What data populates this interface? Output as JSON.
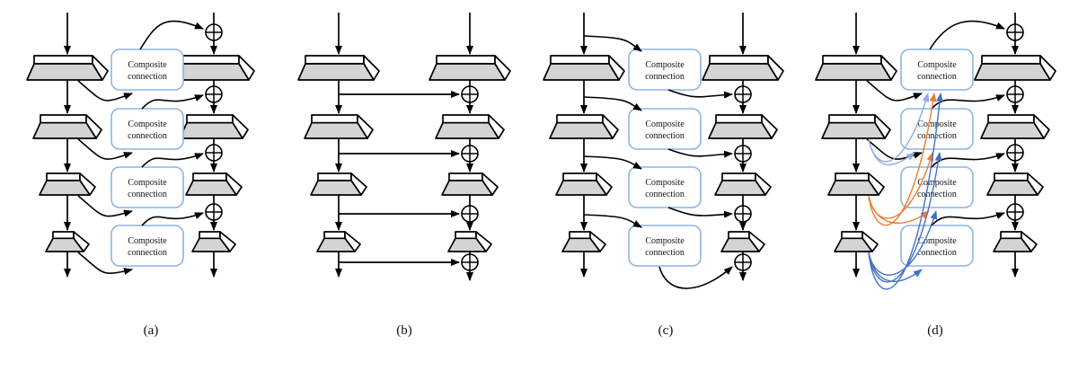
{
  "figure": {
    "composite_box": {
      "line1": "Composite",
      "line2": "connection"
    },
    "add_node_glyph": "⊕",
    "panels": [
      {
        "caption": "(a)",
        "blocks_per_column": 4,
        "composite_boxes": 4,
        "add_nodes": 4
      },
      {
        "caption": "(b)",
        "blocks_per_column": 4,
        "composite_boxes": 0,
        "add_nodes": 4
      },
      {
        "caption": "(c)",
        "blocks_per_column": 4,
        "composite_boxes": 4,
        "add_nodes": 4
      },
      {
        "caption": "(d)",
        "blocks_per_column": 4,
        "composite_boxes": 4,
        "add_nodes": 4
      }
    ],
    "colors": {
      "line": "#000000",
      "block_fill": "#d4d4d4",
      "block_edge": "#000000",
      "box_border": "#8eb4e3",
      "box_fill": "#ffffff",
      "arc_blue": "#4472c4",
      "arc_orange": "#ed7d31",
      "arc_light_blue": "#8faadc",
      "background": "#ffffff"
    }
  }
}
